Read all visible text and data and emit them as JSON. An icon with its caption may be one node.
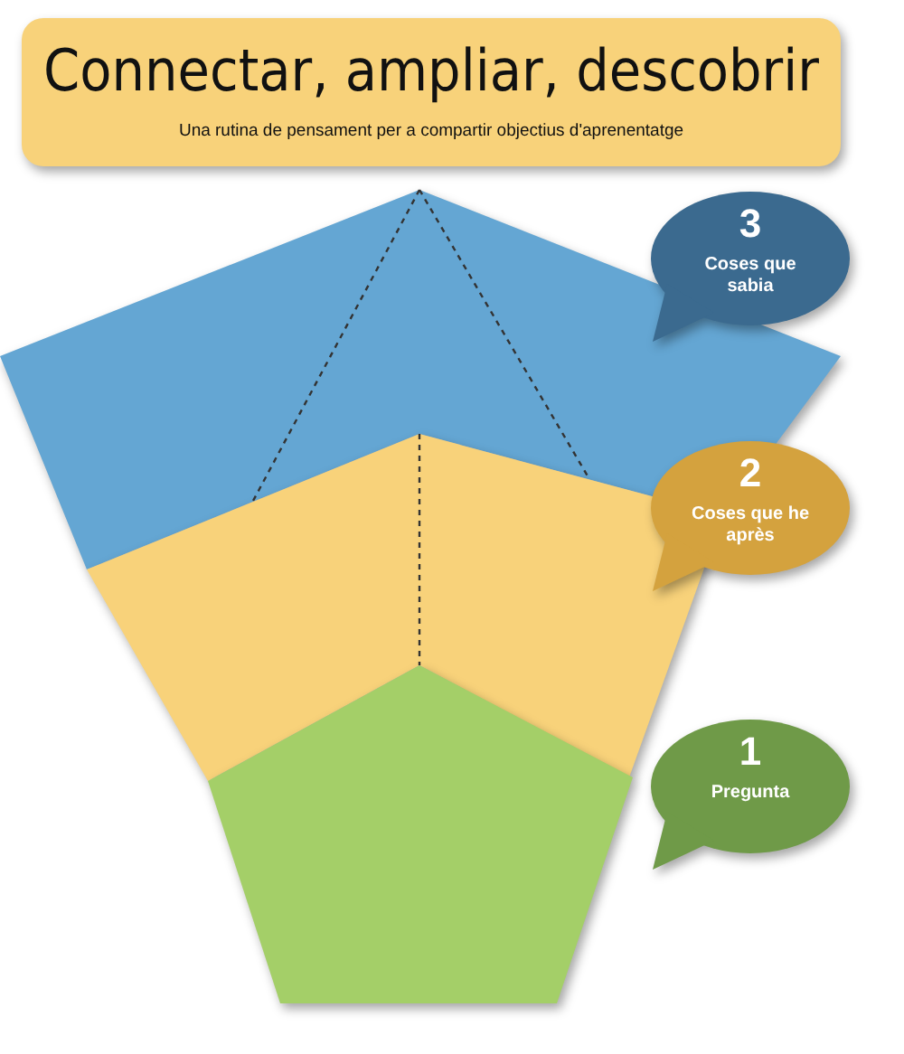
{
  "diagram": {
    "nodes": [
      {
        "text": [
          "Connectar, ampliar, descobrir",
          "Una rutina de pensament per a compartir objectius d'aprenentatge"
        ]
      },
      {
        "text": [],
        "shape": "pentagon"
      },
      {
        "text": [
          "3",
          "Coses que sabia"
        ]
      },
      {
        "text": [],
        "shape": "pentagon"
      },
      {
        "text": [
          "2",
          "Coses que he après"
        ]
      },
      {
        "text": [],
        "shape": "pentagon"
      },
      {
        "text": [
          "1",
          "Pregunta"
        ]
      }
    ]
  }
}
